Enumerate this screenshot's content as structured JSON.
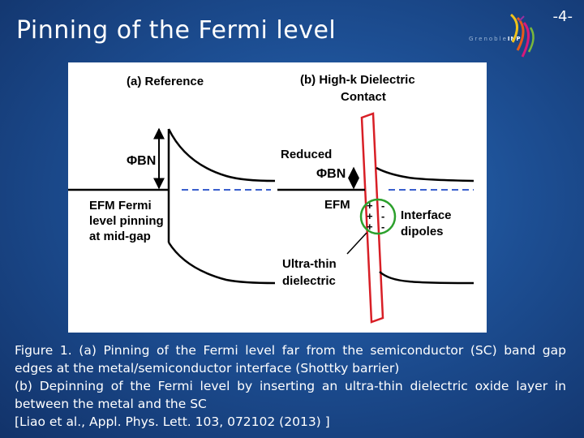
{
  "slide": {
    "title": "Pinning of the Fermi level",
    "number": "-4-"
  },
  "logo": {
    "text_prefix": "Grenoble",
    "text_brand": "INP"
  },
  "figure": {
    "panel_a_title": "(a) Reference",
    "panel_b_title_line1": "(b) High-k Dielectric",
    "panel_b_title_line2": "Contact",
    "phi_bn_label": "ΦBN",
    "efm_fermi_line1": "EFM Fermi",
    "efm_fermi_line2": "level pinning",
    "efm_fermi_line3": "at mid-gap",
    "reduced_label": "Reduced",
    "reduced_phi_label": "ΦBN",
    "efm_label_b": "EFM",
    "interface_line1": "Interface",
    "interface_line2": "dipoles",
    "dielectric_line1": "Ultra-thin",
    "dielectric_line2": "dielectric",
    "dipole_plus": "+",
    "dipole_minus": "-",
    "colors": {
      "dielectric": "#d81f26",
      "fermi_dash": "#3a5fcd",
      "dipole_circle": "#2ca02c",
      "band": "#000000"
    }
  },
  "caption": {
    "line1": "Figure 1. (a) Pinning of the Fermi level far from the semiconductor (SC) band gap edges at the metal/semiconductor interface (Shottky barrier)",
    "line2": "(b) Depinning of the Fermi level by inserting an ultra-thin dielectric oxide layer in between the metal and the SC",
    "line3": "[Liao et al., Appl. Phys. Lett. 103, 072102 (2013) ]"
  }
}
